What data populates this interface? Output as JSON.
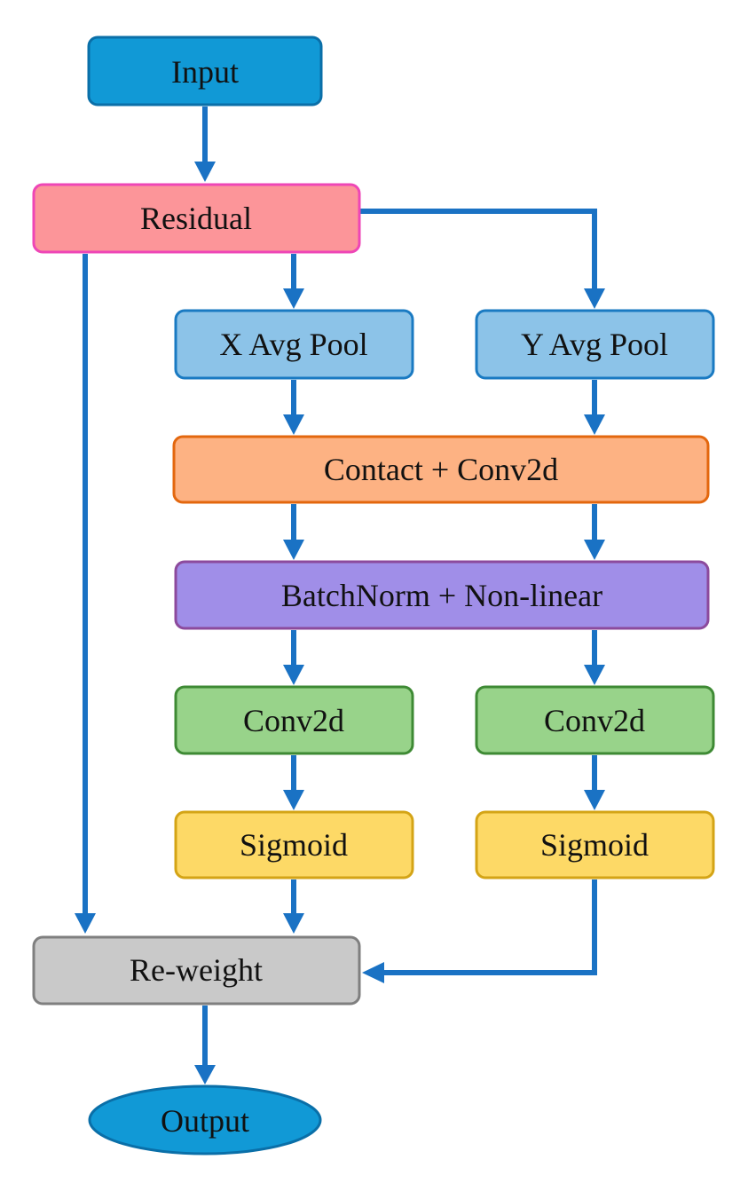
{
  "nodes": {
    "input": {
      "label": "Input",
      "fill": "#1199d6",
      "stroke": "#0a6fa8"
    },
    "residual": {
      "label": "Residual",
      "fill": "#fc9599",
      "stroke": "#ee46b6"
    },
    "x_pool": {
      "label": "X Avg Pool",
      "fill": "#8cc3e8",
      "stroke": "#1a7ac2"
    },
    "y_pool": {
      "label": "Y Avg Pool",
      "fill": "#8cc3e8",
      "stroke": "#1a7ac2"
    },
    "concat": {
      "label": "Contact + Conv2d",
      "fill": "#fdb283",
      "stroke": "#e3670e"
    },
    "batchnorm": {
      "label": "BatchNorm + Non-linear",
      "fill": "#a08ee8",
      "stroke": "#8c4a9c"
    },
    "conv_left": {
      "label": "Conv2d",
      "fill": "#98d38a",
      "stroke": "#3e8a34"
    },
    "conv_right": {
      "label": "Conv2d",
      "fill": "#98d38a",
      "stroke": "#3e8a34"
    },
    "sig_left": {
      "label": "Sigmoid",
      "fill": "#fdd966",
      "stroke": "#d4a416"
    },
    "sig_right": {
      "label": "Sigmoid",
      "fill": "#fdd966",
      "stroke": "#d4a416"
    },
    "reweight": {
      "label": "Re-weight",
      "fill": "#c9c9c9",
      "stroke": "#7f7f7f"
    },
    "output": {
      "label": "Output",
      "fill": "#1199d6",
      "stroke": "#0a6fa8"
    }
  },
  "edge_color": "#1a72c4",
  "edges": [
    {
      "from": "input",
      "to": "residual"
    },
    {
      "from": "residual",
      "to": "x_pool"
    },
    {
      "from": "residual",
      "to": "y_pool"
    },
    {
      "from": "residual",
      "to": "reweight"
    },
    {
      "from": "x_pool",
      "to": "concat"
    },
    {
      "from": "y_pool",
      "to": "concat"
    },
    {
      "from": "concat",
      "to": "batchnorm"
    },
    {
      "from": "batchnorm",
      "to": "conv_left"
    },
    {
      "from": "batchnorm",
      "to": "conv_right"
    },
    {
      "from": "conv_left",
      "to": "sig_left"
    },
    {
      "from": "conv_right",
      "to": "sig_right"
    },
    {
      "from": "sig_left",
      "to": "reweight"
    },
    {
      "from": "sig_right",
      "to": "reweight"
    },
    {
      "from": "reweight",
      "to": "output"
    }
  ]
}
